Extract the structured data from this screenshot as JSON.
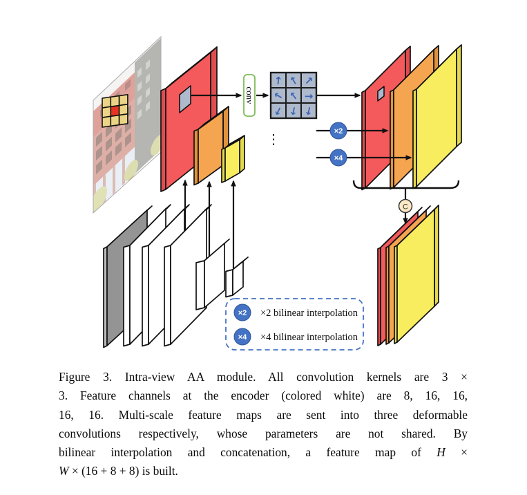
{
  "figure": {
    "labels": {
      "conv": "conv",
      "dots": "⋮",
      "scale2": "×2",
      "scale4": "×4",
      "concat": "C"
    },
    "offset_grid": {
      "arrows": [
        "↑",
        "↖",
        "↗",
        "↖",
        "↖",
        "→",
        "↙",
        "↓",
        "↓"
      ]
    },
    "legend": {
      "items": [
        {
          "badge": "×2",
          "label": "×2 bilinear interpolation"
        },
        {
          "badge": "×4",
          "label": "×4 bilinear interpolation"
        }
      ]
    },
    "colors": {
      "feature_red": "#F4595B",
      "feature_orange": "#F5A54F",
      "feature_yellow": "#F8ED5F",
      "encoder_white": "#FFFFFF",
      "encoder_gray": "#949494",
      "kernel_gray": "#AEB9CC",
      "offset_arrow_blue": "#3D64B5",
      "scale_circle_blue": "#4472C4",
      "conv_border_green": "#7DBB57",
      "concat_cream": "#FBE9C6",
      "legend_border_blue": "#4472C4"
    },
    "caption": {
      "line1": "Figure 3. Intra-view AA module. All convolution kernels are 3 ×",
      "line2": "3.  Feature channels at the encoder (colored white) are 8, 16, 16,",
      "line3": "16, 16.  Multi-scale feature maps are sent into three deformable",
      "line4": "convolutions respectively, whose parameters are not shared.  By",
      "line5_pre": "bilinear interpolation and concatenation, a feature map of ",
      "line5_var": "H",
      "line5_post": " ×",
      "line6_var": "W",
      "line6_post": " × (16 + 8 + 8) is built."
    }
  }
}
